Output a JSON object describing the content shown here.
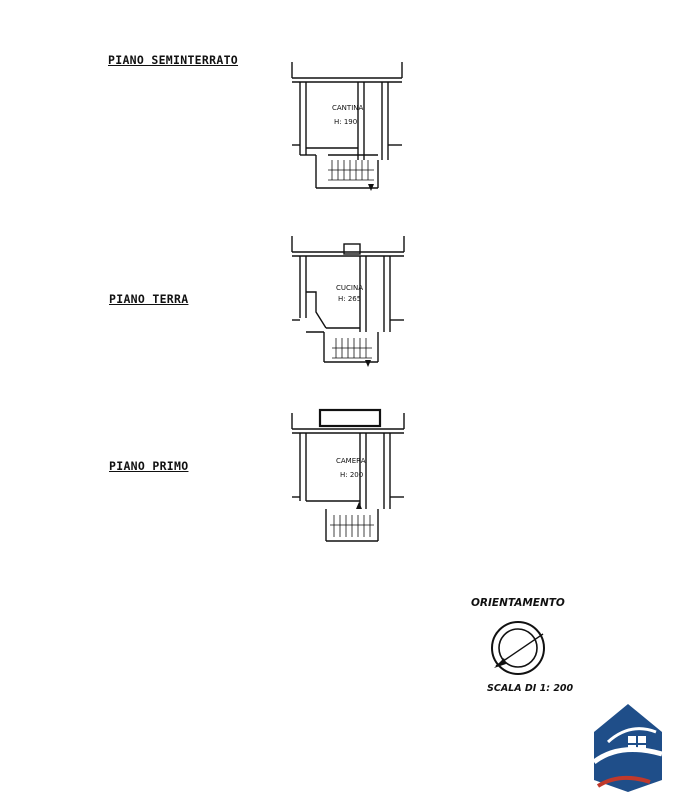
{
  "floors": [
    {
      "label": "PIANO SEMINTERRATO",
      "room": "CANTINA",
      "height": "H: 190"
    },
    {
      "label": "PIANO TERRA",
      "room": "CUCINA",
      "height": "H: 265"
    },
    {
      "label": "PIANO PRIMO",
      "room": "CAMERA",
      "height": "H: 200"
    }
  ],
  "orientation_label": "ORIENTAMENTO",
  "scale_label": "SCALA DI 1: 200",
  "colors": {
    "ink": "#111111",
    "logo_blue": "#1f4e89",
    "logo_red": "#c0392b"
  },
  "icons": [
    "compass-icon",
    "house-logo-icon"
  ]
}
